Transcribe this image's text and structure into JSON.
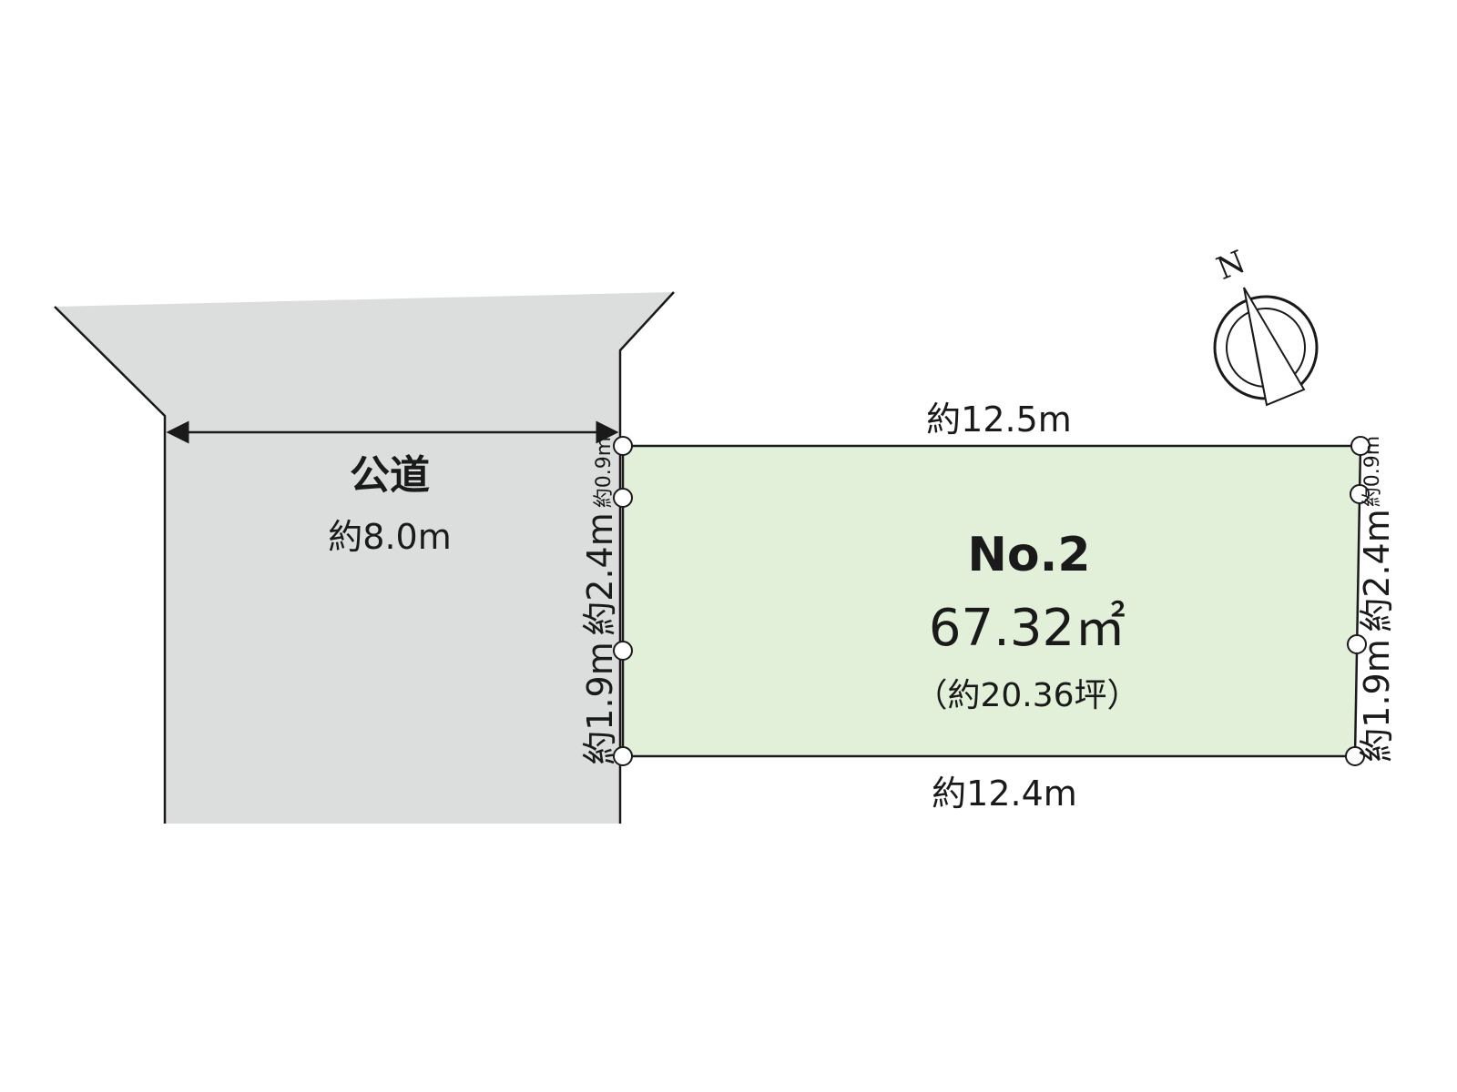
{
  "colors": {
    "road_fill": "#dcdddd",
    "lot_fill": "#e2efd9",
    "line": "#1a1a1a"
  },
  "road": {
    "name": "公道",
    "width": "約8.0m"
  },
  "lot": {
    "number": "No.2",
    "area": "67.32㎡",
    "tsubo": "（約20.36坪）",
    "top_width": "約12.5m",
    "bottom_width": "約12.4m",
    "left_segments": [
      "約0.9m",
      "約2.4m",
      "約1.9m"
    ],
    "right_segments": [
      "約0.9m",
      "約2.4m",
      "約1.9m"
    ]
  },
  "compass": {
    "label": "N",
    "icon": "north-arrow-icon"
  }
}
